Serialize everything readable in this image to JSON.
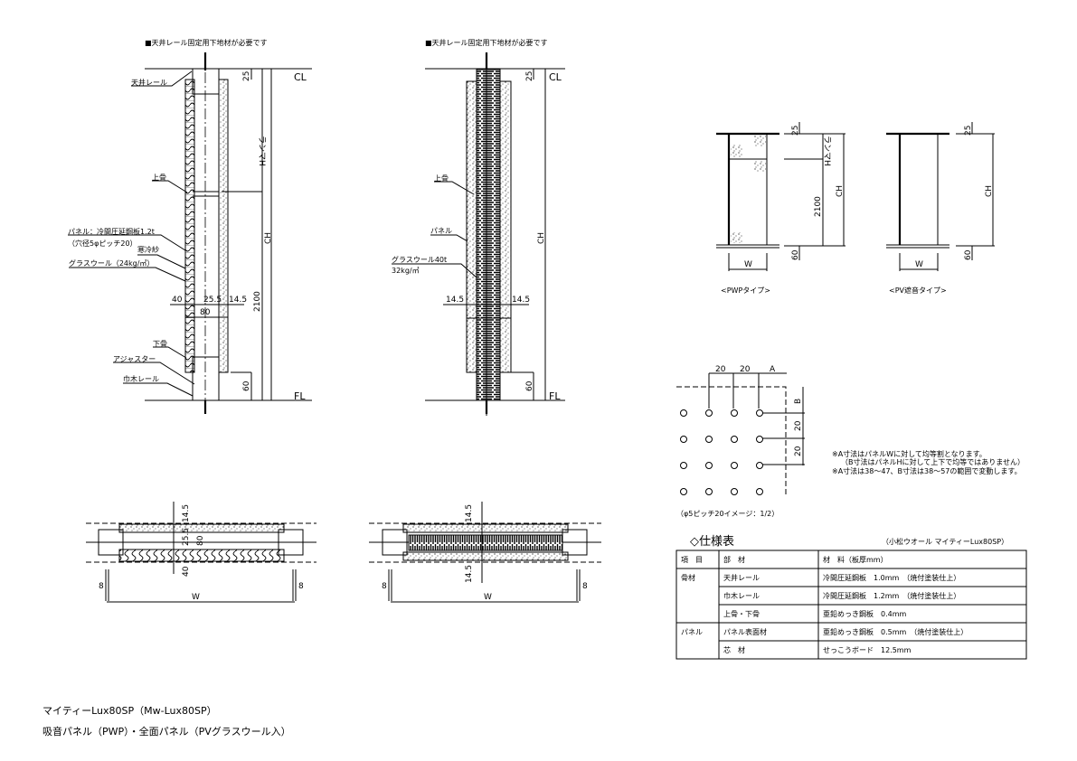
{
  "notes": {
    "ceiling_support": "■天井レール固定用下地材が必要です"
  },
  "common": {
    "cl": "CL",
    "fl": "FL",
    "ch": "CH",
    "ranma_h": "ランマH",
    "d2100": "2100",
    "d25": "25",
    "d60": "60",
    "w": "W",
    "d8": "8",
    "d14_5": "14.5",
    "d25_5": "25.5",
    "d40": "40",
    "d80": "80"
  },
  "section_pwp": {
    "labels": {
      "ceiling_rail": "天井レール",
      "upper_frame": "上骨",
      "panel": "パネル：冷間圧延鋼板1.2t",
      "panel_hole": "（穴径5φピッチ20）",
      "cloth": "寒冷紗",
      "glasswool": "グラスウール（24kg/㎥）",
      "lower_frame": "下骨",
      "adjuster": "アジャスター",
      "base_rail": "巾木レール"
    }
  },
  "section_pv": {
    "labels": {
      "upper_frame": "上骨",
      "panel": "パネル",
      "glasswool": "グラスウール40t",
      "glasswool_density": "32kg/㎥"
    }
  },
  "elevations": {
    "pwp_caption": "<PWPタイプ>",
    "pv_caption": "<PV遮音タイプ>"
  },
  "hole_pattern": {
    "dim_a": "A",
    "dim_b": "B",
    "d20": "20",
    "caption": "（φ5ピッチ20イメージ：1/2）",
    "note1": "※A寸法はパネルWに対して均等割となります。",
    "note2": "（B寸法はパネルHに対して上下で均等ではありません）",
    "note3": "※A寸法は38～47、B寸法は38～57の範囲で変動します。"
  },
  "spec_table": {
    "title": "◇仕様表",
    "subtitle": "（小松ウオール マイティーLux80SP）",
    "headers": [
      "項　目",
      "部　材",
      "材　料（板厚mm）"
    ],
    "rows": [
      {
        "category": "骨材",
        "part": "天井レール",
        "material": "冷間圧延鋼板　1.0mm　（焼付塗装仕上）"
      },
      {
        "category": "",
        "part": "巾木レール",
        "material": "冷間圧延鋼板　1.2mm　（焼付塗装仕上）"
      },
      {
        "category": "",
        "part": "上骨・下骨",
        "material": "亜鉛めっき鋼板　0.4mm"
      },
      {
        "category": "パネル",
        "part": "パネル表面材",
        "material": "亜鉛めっき鋼板　0.5mm　（焼付塗装仕上）"
      },
      {
        "category": "",
        "part": "芯　材",
        "material": "せっこうボード　12.5mm"
      }
    ]
  },
  "title_block": {
    "line1": "マイティーLux80SP（Mw-Lux80SP）",
    "line2": "吸音パネル（PWP）・全面パネル（PVグラスウール入）"
  }
}
